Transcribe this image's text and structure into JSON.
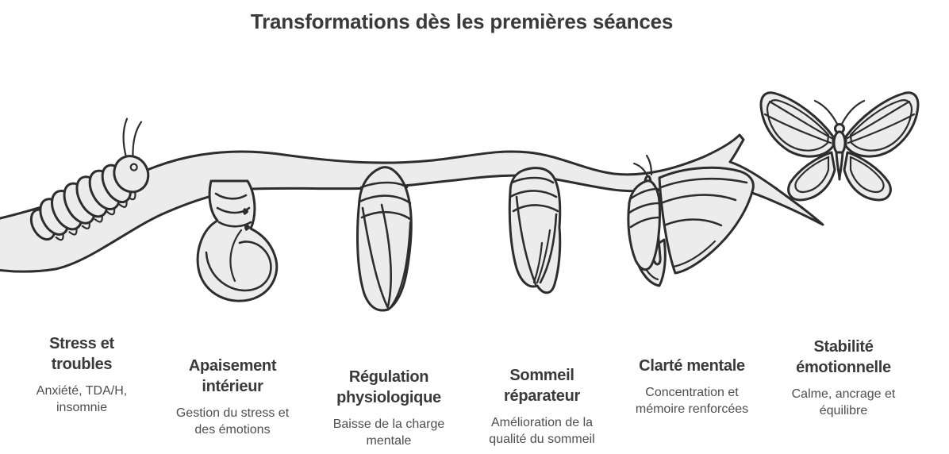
{
  "title": "Transformations dès les premières séances",
  "stages": [
    {
      "heading": "Stress et troubles",
      "description": "Anxiété, TDA/H, insomnie",
      "icon": "caterpillar-icon"
    },
    {
      "heading": "Apaisement intérieur",
      "description": "Gestion du stress et des émotions",
      "icon": "curled-caterpillar-icon"
    },
    {
      "heading": "Régulation physiologique",
      "description": "Baisse de la charge mentale",
      "icon": "early-chrysalis-icon"
    },
    {
      "heading": "Sommeil réparateur",
      "description": "Amélioration de la qualité du sommeil",
      "icon": "late-chrysalis-icon"
    },
    {
      "heading": "Clarté mentale",
      "description": "Concentration et mémoire renforcées",
      "icon": "emerging-butterfly-icon"
    },
    {
      "heading": "Stabilité émotionnelle",
      "description": "Calme, ancrage et équilibre",
      "icon": "flying-butterfly-icon"
    }
  ],
  "colors": {
    "background": "#ffffff",
    "outline": "#2d2d2d",
    "shape_fill": "#ececec",
    "heading_text": "#3a3a3a",
    "body_text": "#4e4e4e"
  }
}
